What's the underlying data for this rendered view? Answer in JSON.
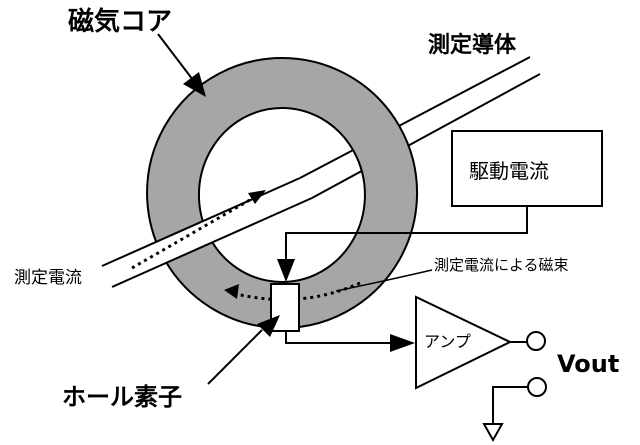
{
  "labels": {
    "core": "磁気コア",
    "conductor": "測定導体",
    "drive_current": "駆動電流",
    "measure_current": "測定電流",
    "flux": "測定電流による磁束",
    "amp": "アンプ",
    "vout": "Vout",
    "hall": "ホール素子"
  },
  "colors": {
    "core_fill": "#a6a6a6",
    "line": "#000000",
    "background": "#ffffff"
  }
}
